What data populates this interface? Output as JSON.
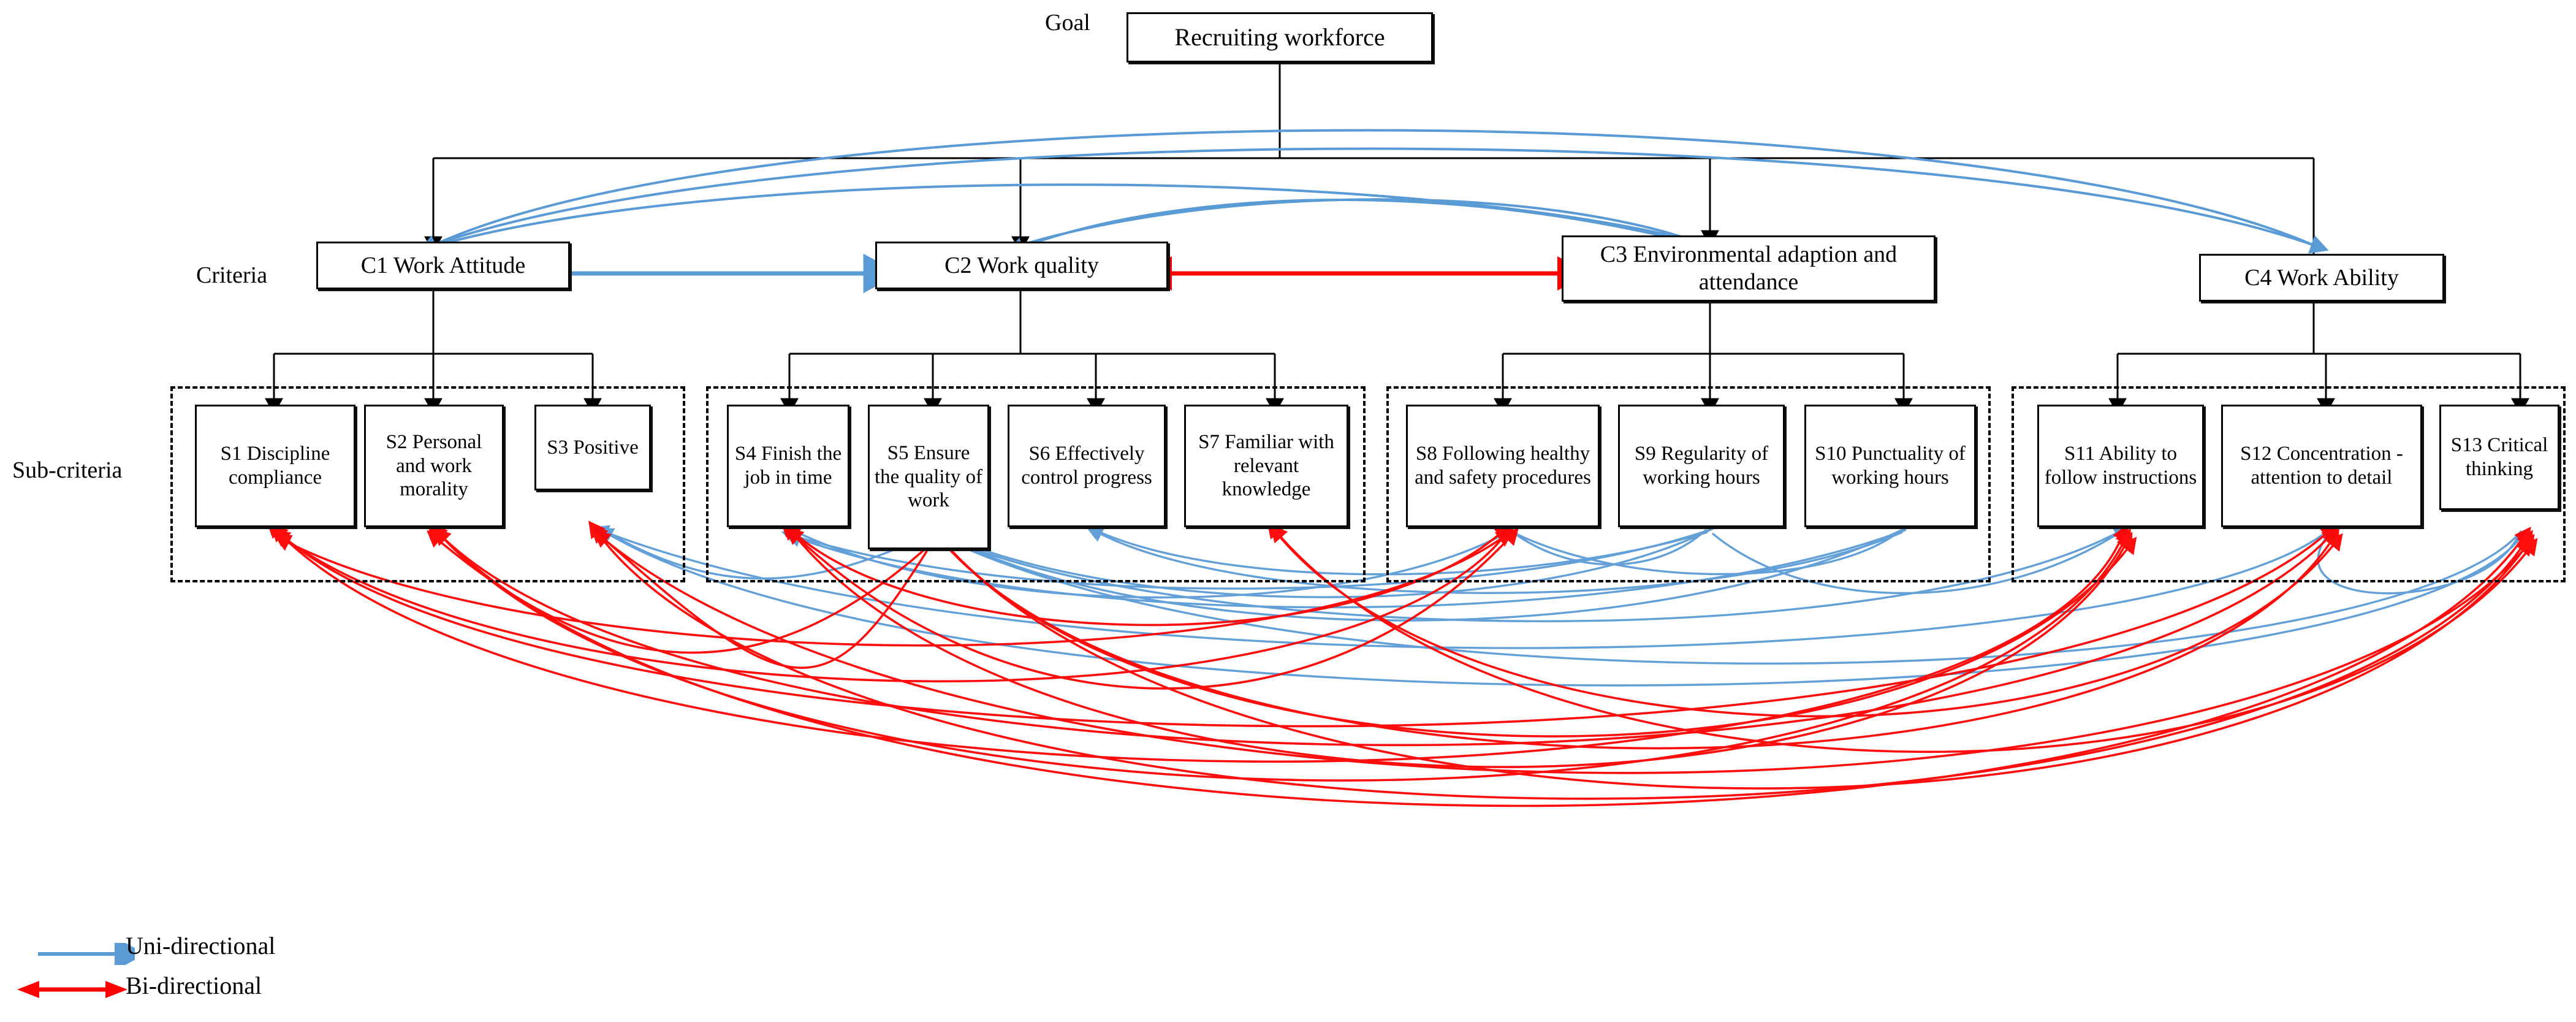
{
  "diagram": {
    "title": "Recruiting workforce hierarchy with interdependencies",
    "row_labels": {
      "goal": "Goal",
      "criteria": "Criteria",
      "subcriteria": "Sub-criteria"
    },
    "goal": {
      "id": "Goal",
      "label": "Recruiting workforce"
    },
    "criteria": [
      {
        "id": "C1",
        "label": "C1 Work Attitude"
      },
      {
        "id": "C2",
        "label": "C2 Work quality"
      },
      {
        "id": "C3",
        "label": "C3 Environmental adaption and attendance"
      },
      {
        "id": "C4",
        "label": "C4 Work Ability"
      }
    ],
    "subcriteria": [
      {
        "id": "S1",
        "label": "S1 Discipline compliance",
        "group": 1
      },
      {
        "id": "S2",
        "label": "S2 Personal and work morality",
        "group": 1
      },
      {
        "id": "S3",
        "label": "S3 Positive",
        "group": 1
      },
      {
        "id": "S4",
        "label": "S4 Finish the job in time",
        "group": 2
      },
      {
        "id": "S5",
        "label": "S5 Ensure the quality of work",
        "group": 2
      },
      {
        "id": "S6",
        "label": "S6 Effectively control progress",
        "group": 2
      },
      {
        "id": "S7",
        "label": "S7 Familiar with relevant knowledge",
        "group": 2
      },
      {
        "id": "S8",
        "label": "S8 Following healthy and safety procedures",
        "group": 3
      },
      {
        "id": "S9",
        "label": "S9 Regularity of working hours",
        "group": 3
      },
      {
        "id": "S10",
        "label": "S10 Punctuality of working hours",
        "group": 3
      },
      {
        "id": "S11",
        "label": "S11 Ability to follow instructions",
        "group": 4
      },
      {
        "id": "S12",
        "label": "S12 Concentration - attention to detail",
        "group": 4
      },
      {
        "id": "S13",
        "label": "S13 Critical thinking",
        "group": 4
      }
    ],
    "legend": [
      {
        "key": "uni",
        "label": "Uni-directional",
        "color": "#5b9bd5",
        "arrows": "one-way"
      },
      {
        "key": "bi",
        "label": "Bi-directional",
        "color": "#ff0000",
        "arrows": "two-way"
      }
    ],
    "colors": {
      "uni_directional": "#5b9bd5",
      "bi_directional": "#ff0000",
      "tree": "#000000",
      "box_border": "#000000",
      "group_border": "#000000",
      "background": "#ffffff"
    },
    "criteria_relations": [
      {
        "from": "C1",
        "to": "C2",
        "type": "uni"
      },
      {
        "from": "C2",
        "to": "C3",
        "type": "bi"
      },
      {
        "from": "C1",
        "to": "C4",
        "type": "uni"
      },
      {
        "from": "C4",
        "to": "C1",
        "type": "uni"
      },
      {
        "from": "C2",
        "to": "C4",
        "type": "uni"
      },
      {
        "from": "C3",
        "to": "C1",
        "type": "uni"
      },
      {
        "from": "C3",
        "to": "C2",
        "type": "uni"
      }
    ],
    "subcriteria_relations": [
      {
        "from": "S1",
        "to": "S12",
        "type": "bi"
      },
      {
        "from": "S1",
        "to": "S11",
        "type": "bi"
      },
      {
        "from": "S1",
        "to": "S8",
        "type": "bi"
      },
      {
        "from": "S2",
        "to": "S12",
        "type": "bi"
      },
      {
        "from": "S2",
        "to": "S11",
        "type": "bi"
      },
      {
        "from": "S2",
        "to": "S13",
        "type": "bi"
      },
      {
        "from": "S3",
        "to": "S13",
        "type": "bi"
      },
      {
        "from": "S3",
        "to": "S12",
        "type": "uni"
      },
      {
        "from": "S4",
        "to": "S11",
        "type": "bi"
      },
      {
        "from": "S4",
        "to": "S8",
        "type": "bi"
      },
      {
        "from": "S5",
        "to": "S12",
        "type": "bi"
      },
      {
        "from": "S5",
        "to": "S13",
        "type": "bi"
      },
      {
        "from": "S5",
        "to": "S11",
        "type": "bi"
      },
      {
        "from": "S6",
        "to": "S9",
        "type": "uni"
      },
      {
        "from": "S6",
        "to": "S10",
        "type": "uni"
      },
      {
        "from": "S7",
        "to": "S12",
        "type": "bi"
      },
      {
        "from": "S7",
        "to": "S13",
        "type": "bi"
      },
      {
        "from": "S8",
        "to": "S1",
        "type": "bi"
      },
      {
        "from": "S9",
        "to": "S4",
        "type": "uni"
      },
      {
        "from": "S9",
        "to": "S5",
        "type": "uni"
      },
      {
        "from": "S10",
        "to": "S4",
        "type": "uni"
      },
      {
        "from": "S10",
        "to": "S5",
        "type": "uni"
      },
      {
        "from": "S11",
        "to": "S5",
        "type": "uni"
      },
      {
        "from": "S12",
        "to": "S3",
        "type": "uni"
      },
      {
        "from": "S13",
        "to": "S3",
        "type": "uni"
      },
      {
        "from": "S13",
        "to": "S5",
        "type": "uni"
      }
    ]
  }
}
